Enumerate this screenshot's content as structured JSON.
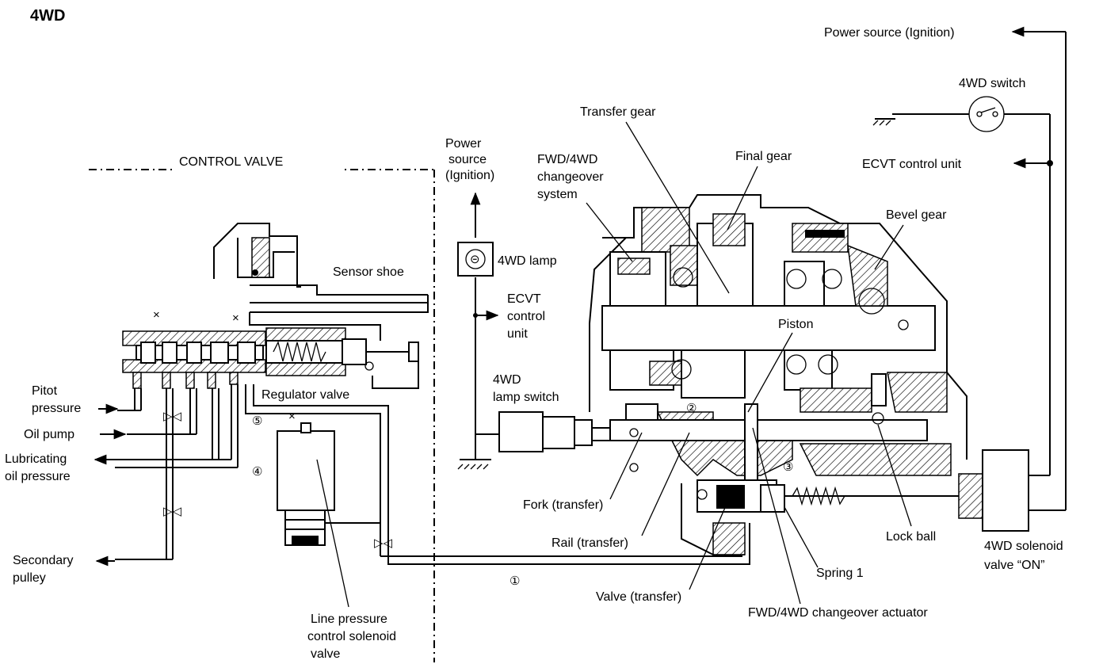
{
  "title": "4WD",
  "labels": {
    "power_source_top": "Power source (Ignition)",
    "switch_4wd": "4WD switch",
    "ecvt_unit_top": "ECVT control unit",
    "transfer_gear": "Transfer gear",
    "final_gear": "Final gear",
    "bevel_gear": "Bevel gear",
    "fwd_system_1": "FWD/4WD",
    "fwd_system_2": "changeover",
    "fwd_system_3": "system",
    "power_lamp_1": "Power",
    "power_lamp_2": "source",
    "power_lamp_3": "(Ignition)",
    "lamp_4wd": "4WD lamp",
    "ecvt_mid_1": "ECVT",
    "ecvt_mid_2": "control",
    "ecvt_mid_3": "unit",
    "lamp_switch_1": "4WD",
    "lamp_switch_2": "lamp switch",
    "control_valve": "CONTROL VALVE",
    "sensor_shoe": "Sensor shoe",
    "regulator_valve": "Regulator valve",
    "pitot_1": "Pitot",
    "pitot_2": "pressure",
    "oil_pump": "Oil pump",
    "lubricating_1": "Lubricating",
    "lubricating_2": "oil pressure",
    "secondary_1": "Secondary",
    "secondary_2": "pulley",
    "line_pressure_1": "Line pressure",
    "line_pressure_2": "control solenoid",
    "line_pressure_3": "valve",
    "piston": "Piston",
    "fork": "Fork (transfer)",
    "rail": "Rail (transfer)",
    "valve_transfer": "Valve (transfer)",
    "lock_ball": "Lock ball",
    "spring_1": "Spring 1",
    "changeover_actuator": "FWD/4WD changeover actuator",
    "solenoid_1": "4WD solenoid",
    "solenoid_2": "valve “ON”",
    "marker_1": "①",
    "marker_2": "②",
    "marker_3": "③",
    "marker_4": "④",
    "marker_5": "⑤",
    "x_mark": "×"
  }
}
